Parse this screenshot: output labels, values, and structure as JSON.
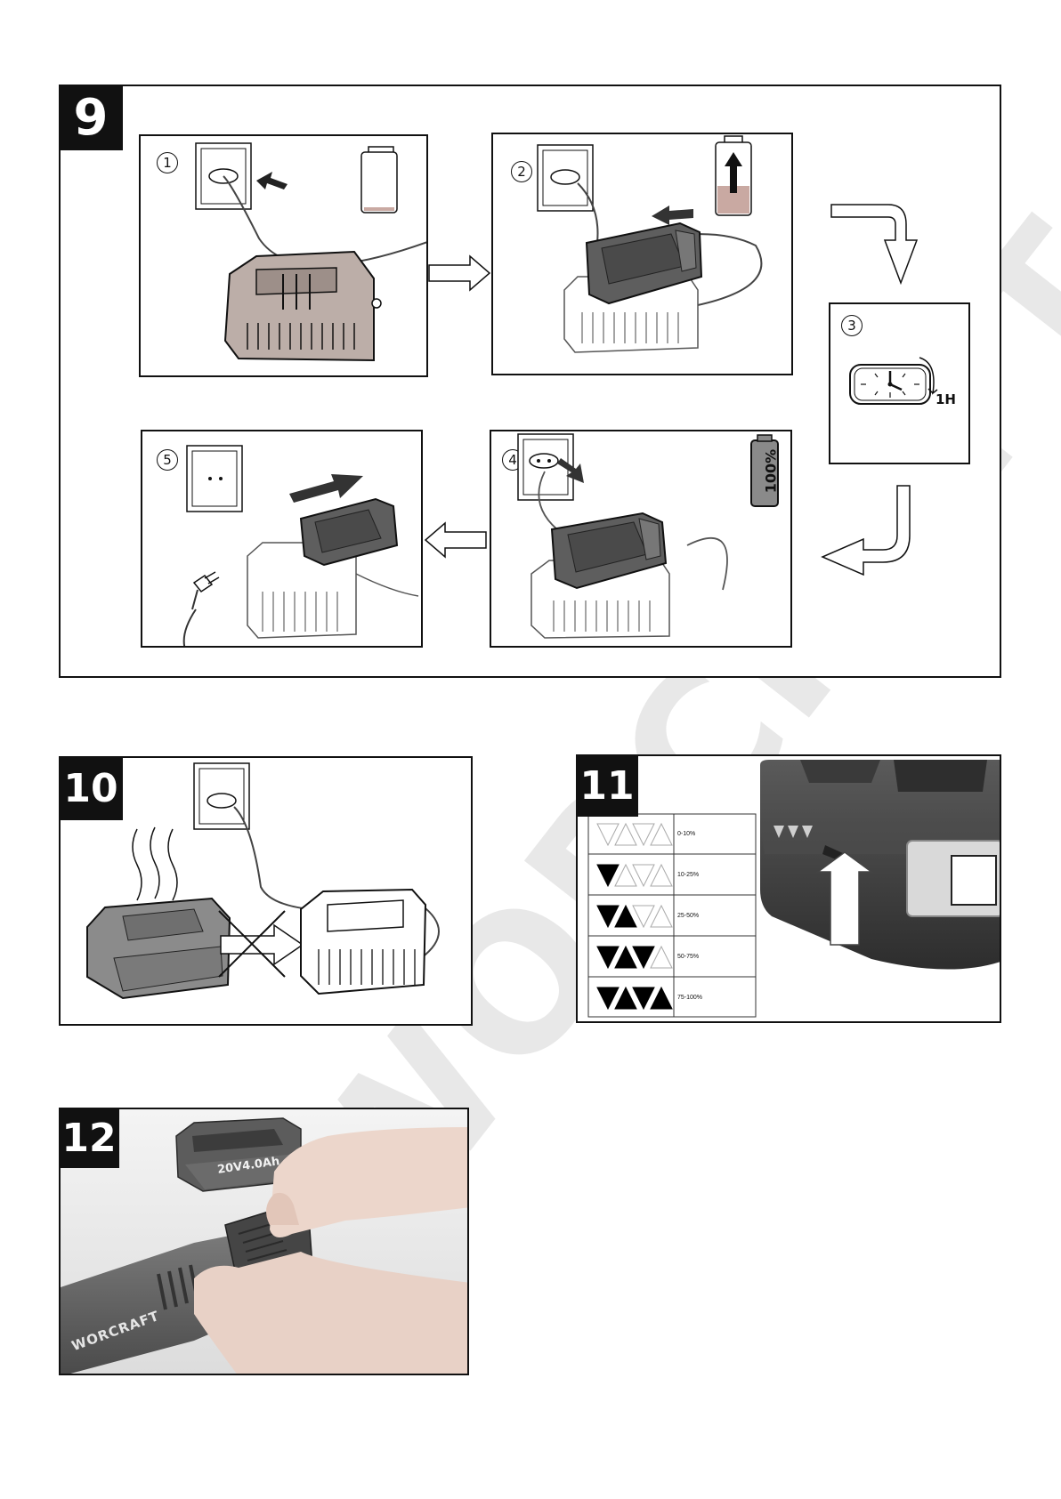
{
  "watermark": "WORCRAFT",
  "fig9": {
    "label": "9",
    "steps": [
      {
        "num": "1"
      },
      {
        "num": "2"
      },
      {
        "num": "3",
        "time_label": "1H"
      },
      {
        "num": "4",
        "charge_label": "100%"
      },
      {
        "num": "5"
      }
    ]
  },
  "fig10": {
    "label": "10"
  },
  "fig11": {
    "label": "11",
    "levels": [
      {
        "range": "0-10%",
        "filled": 0
      },
      {
        "range": "10-25%",
        "filled": 1
      },
      {
        "range": "25-50%",
        "filled": 2
      },
      {
        "range": "50-75%",
        "filled": 3
      },
      {
        "range": "75-100%",
        "filled": 4
      }
    ]
  },
  "fig12": {
    "label": "12",
    "battery_text": "20V4.0Ah",
    "brand_text": "WORCRAFT"
  }
}
